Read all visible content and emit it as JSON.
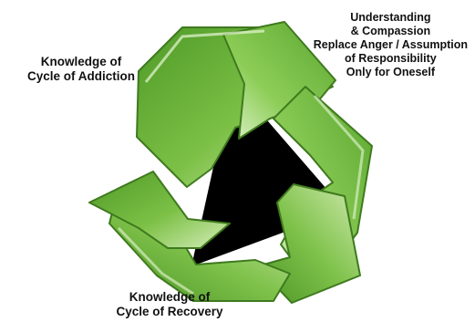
{
  "diagram": {
    "labels": {
      "addiction": [
        "Knowledge of",
        "Cycle of Addiction"
      ],
      "understanding": [
        "Understanding",
        "& Compassion",
        "Replace Anger / Assumption",
        "of Responsibility",
        "Only for Oneself"
      ],
      "recovery": [
        "Knowledge of",
        "Cycle of Recovery"
      ]
    },
    "colors": {
      "ribbon_dark": "#6fb53a",
      "ribbon_light": "#c9e6a6",
      "ribbon_edge": "#3f7a1e",
      "center": "#000000"
    }
  }
}
